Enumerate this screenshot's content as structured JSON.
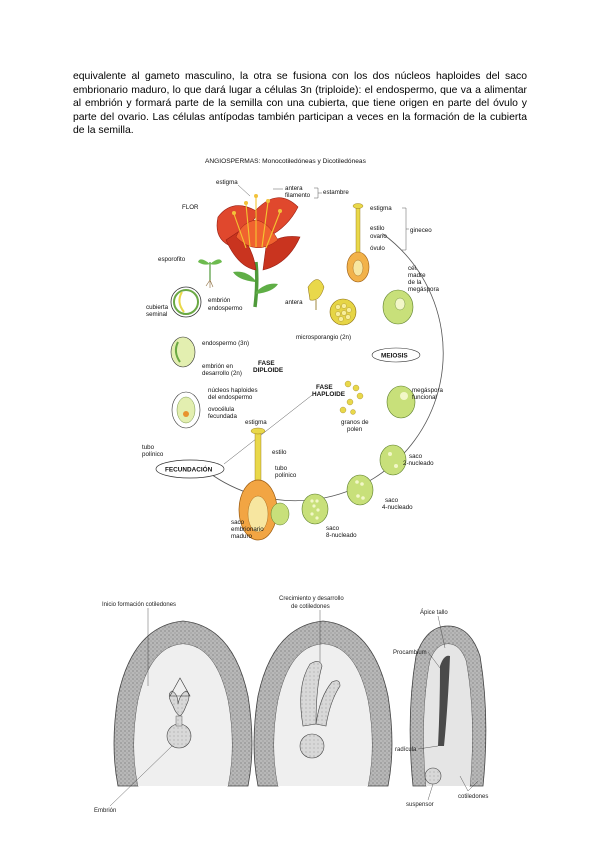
{
  "paragraph": "equivalente al gameto masculino, la otra se fusiona con los dos núcleos haploides del saco embrionario maduro, lo que dará lugar a células 3n (triploide): el endospermo, que va a alimentar al embrión y formará parte de la semilla con una cubierta, que tiene origen en parte del óvulo y parte del ovario. Las células antípodas también participan a veces en la formación de la cubierta de la semilla.",
  "cycle_figure": {
    "title": "ANGIOSPERMAS: Monocotiledóneas y Dicotiledóneas",
    "labels": {
      "flor": "FLOR",
      "estigma": "estigma",
      "antera": "antera",
      "filamento": "filamento",
      "estambre": "estambre",
      "estigma2": "estigma",
      "estilo": "estilo",
      "ovario": "ovario",
      "ovulo": "óvulo",
      "gineceo": "gineceo",
      "esporofito": "esporofito",
      "antera2": "antera",
      "cel_madre": "cél.",
      "cel_madre2": "madre",
      "cel_madre3": "de la",
      "cel_madre4": "megáspora",
      "embrion": "embrión",
      "endospermo": "endospermo",
      "cubierta": "cubierta",
      "seminal": "seminal",
      "microsporangio": "microsporangio (2n)",
      "endospermo3n": "endospermo (3n)",
      "meiosis": "MEIOSIS",
      "embrion_des": "embrión en",
      "embrion_des2": "desarrollo (2n)",
      "fase_diploide": "FASE",
      "fase_diploide2": "DIPLOIDE",
      "fase_haploide": "FASE",
      "fase_haploide2": "HAPLOIDE",
      "nucleos": "núcleos haploides",
      "nucleos2": "del endospermo",
      "ovocelula": "ovocélula",
      "ovocelula2": "fecundada",
      "megaspora": "megáspora",
      "megaspora2": "funcional",
      "granos": "granos de",
      "granos2": "polen",
      "tubo": "tubo",
      "tubo2": "polínico",
      "estigma3": "estigma",
      "fecundacion": "FECUNDACIÓN",
      "estilo2": "estilo",
      "tubo3": "tubo",
      "tubo4": "polínico",
      "saco2": "saco",
      "saco2b": "2-nucleado",
      "saco4": "saco",
      "saco4b": "4-nucleado",
      "saco8": "saco",
      "saco8b": "8-nucleado",
      "saco_emb": "saco",
      "saco_emb2": "embrionario",
      "saco_emb3": "maduro"
    }
  },
  "embryo_figure": {
    "labels": {
      "inicio": "Inicio formación cotiledones",
      "crecimiento": "Crecimiento y desarrollo",
      "crecimiento2": "de cotiledones",
      "apice": "Ápice tallo",
      "procambium": "Procambium",
      "radicula": "radícula",
      "suspensor": "suspensor",
      "cotiledones": "cotiledones",
      "embrion": "Embrión"
    }
  },
  "colors": {
    "petal": "#e0482d",
    "petal_dark": "#b8261a",
    "stem": "#4f9a3a",
    "green_light": "#c8e07a",
    "yellow": "#e9d84a",
    "orange": "#e8922e",
    "gray": "#9a9a9a"
  }
}
